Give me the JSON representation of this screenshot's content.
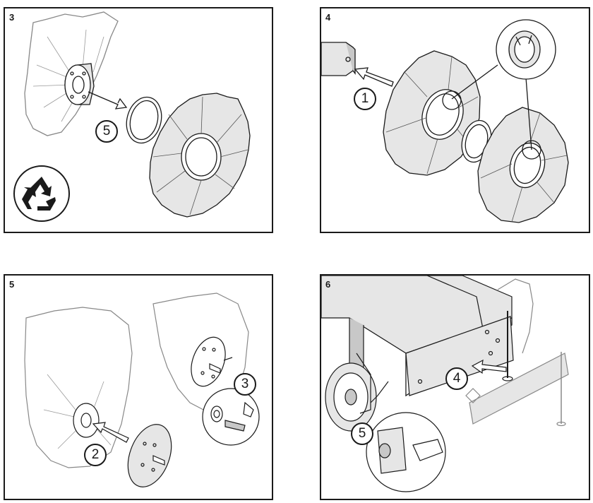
{
  "colors": {
    "line": "#1a1a1a",
    "fill_light": "#e6e6e6",
    "fill_mid": "#c8c8c8",
    "background": "#ffffff"
  },
  "panels": [
    {
      "number": "3",
      "callouts": [
        "5"
      ],
      "icons": [
        "recycle-icon"
      ]
    },
    {
      "number": "4",
      "callouts": [
        "1"
      ]
    },
    {
      "number": "5",
      "callouts": [
        "2",
        "3"
      ]
    },
    {
      "number": "6",
      "callouts": [
        "4",
        "5"
      ]
    }
  ]
}
